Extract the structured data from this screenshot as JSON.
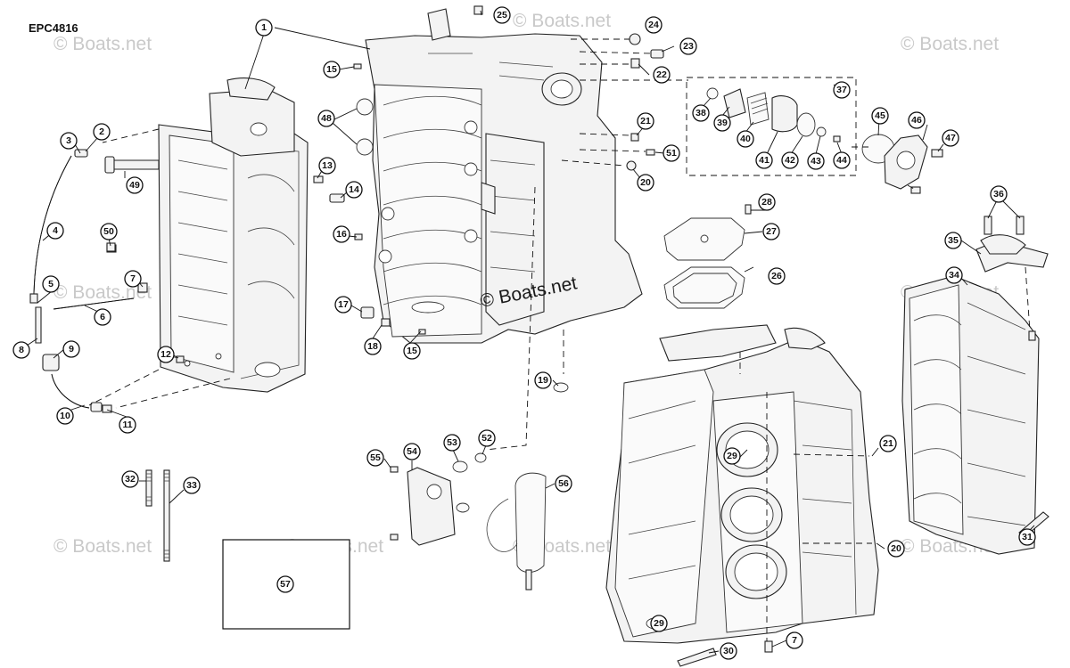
{
  "document": {
    "code": "EPC4816"
  },
  "watermarks": [
    "© Boats.net",
    "© Boats.net",
    "© Boats.net",
    "© Boats.net",
    "© Boats.net",
    "© Boats.net",
    "© Boats.net",
    "© Boats.net",
    "© Boats.net"
  ],
  "center_watermark": "© Boats.net",
  "callouts": [
    {
      "id": "1",
      "label": "1"
    },
    {
      "id": "2",
      "label": "2"
    },
    {
      "id": "3",
      "label": "3"
    },
    {
      "id": "4",
      "label": "4"
    },
    {
      "id": "5",
      "label": "5"
    },
    {
      "id": "6",
      "label": "6"
    },
    {
      "id": "7a",
      "label": "7"
    },
    {
      "id": "8",
      "label": "8"
    },
    {
      "id": "9",
      "label": "9"
    },
    {
      "id": "10",
      "label": "10"
    },
    {
      "id": "11",
      "label": "11"
    },
    {
      "id": "12",
      "label": "12"
    },
    {
      "id": "13",
      "label": "13"
    },
    {
      "id": "14",
      "label": "14"
    },
    {
      "id": "15a",
      "label": "15"
    },
    {
      "id": "15b",
      "label": "15"
    },
    {
      "id": "16",
      "label": "16"
    },
    {
      "id": "17",
      "label": "17"
    },
    {
      "id": "18",
      "label": "18"
    },
    {
      "id": "19",
      "label": "19"
    },
    {
      "id": "20a",
      "label": "20"
    },
    {
      "id": "20b",
      "label": "20"
    },
    {
      "id": "21a",
      "label": "21"
    },
    {
      "id": "21b",
      "label": "21"
    },
    {
      "id": "22",
      "label": "22"
    },
    {
      "id": "23",
      "label": "23"
    },
    {
      "id": "24",
      "label": "24"
    },
    {
      "id": "25",
      "label": "25"
    },
    {
      "id": "26",
      "label": "26"
    },
    {
      "id": "27",
      "label": "27"
    },
    {
      "id": "28",
      "label": "28"
    },
    {
      "id": "29a",
      "label": "29"
    },
    {
      "id": "29b",
      "label": "29"
    },
    {
      "id": "30",
      "label": "30"
    },
    {
      "id": "31",
      "label": "31"
    },
    {
      "id": "32",
      "label": "32"
    },
    {
      "id": "33",
      "label": "33"
    },
    {
      "id": "34",
      "label": "34"
    },
    {
      "id": "35",
      "label": "35"
    },
    {
      "id": "36",
      "label": "36"
    },
    {
      "id": "37",
      "label": "37"
    },
    {
      "id": "38",
      "label": "38"
    },
    {
      "id": "39",
      "label": "39"
    },
    {
      "id": "40",
      "label": "40"
    },
    {
      "id": "41",
      "label": "41"
    },
    {
      "id": "42",
      "label": "42"
    },
    {
      "id": "43",
      "label": "43"
    },
    {
      "id": "44",
      "label": "44"
    },
    {
      "id": "45",
      "label": "45"
    },
    {
      "id": "46",
      "label": "46"
    },
    {
      "id": "47",
      "label": "47"
    },
    {
      "id": "48",
      "label": "48"
    },
    {
      "id": "49",
      "label": "49"
    },
    {
      "id": "50",
      "label": "50"
    },
    {
      "id": "51",
      "label": "51"
    },
    {
      "id": "52",
      "label": "52"
    },
    {
      "id": "53",
      "label": "53"
    },
    {
      "id": "54",
      "label": "54"
    },
    {
      "id": "55",
      "label": "55"
    },
    {
      "id": "56",
      "label": "56"
    },
    {
      "id": "57",
      "label": "57"
    },
    {
      "id": "7b",
      "label": "7"
    }
  ]
}
